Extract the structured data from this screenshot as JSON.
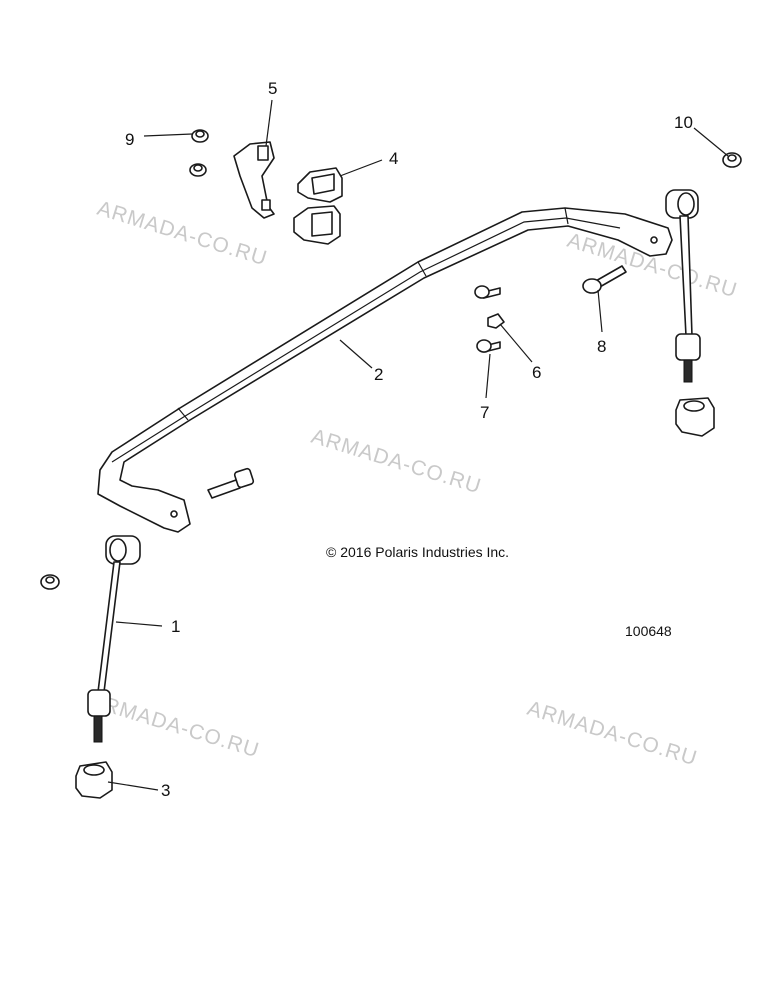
{
  "copyright": "© 2016 Polaris Industries Inc.",
  "diagram_id": "100648",
  "watermark": "ARMADA-CO.RU",
  "callouts": [
    "1",
    "2",
    "3",
    "4",
    "5",
    "6",
    "7",
    "8",
    "9",
    "10"
  ],
  "colors": {
    "line": "#1a1a1a",
    "watermark": "#c9c9c9",
    "background": "#ffffff"
  }
}
